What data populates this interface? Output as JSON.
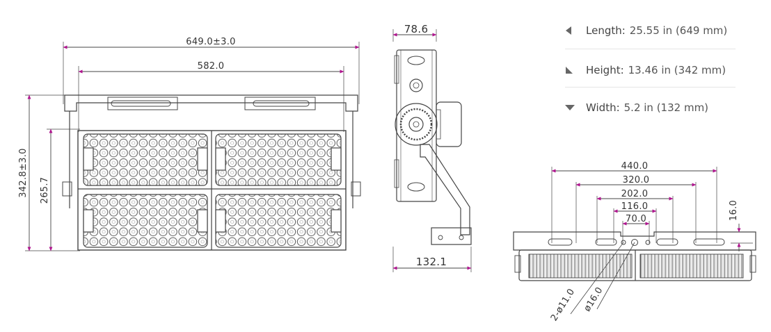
{
  "specs": [
    {
      "icon": "triangle-left-icon",
      "label": "Length:",
      "value": "25.55 in (649 mm)"
    },
    {
      "icon": "triangle-corner-icon",
      "label": "Height:",
      "value": "13.46 in (342 mm)"
    },
    {
      "icon": "triangle-down-icon",
      "label": "Width:",
      "value": "5.2 in (132 mm)"
    }
  ],
  "front_view": {
    "overall_width": "649.0±3.0",
    "inner_width": "582.0",
    "overall_height": "342.8±3.0",
    "inner_height": "265.7"
  },
  "side_view": {
    "top_width": "78.6",
    "bottom_width": "132.1"
  },
  "bottom_view": {
    "dim_a": "440.0",
    "dim_b": "320.0",
    "dim_c": "202.0",
    "dim_d": "116.0",
    "dim_e": "70.0",
    "depth": "16.0",
    "hole_a": "2-ø11.0",
    "hole_b": "ø16.0"
  },
  "colors": {
    "line": "#444444",
    "arrow": "#b0158f",
    "text": "#555555"
  }
}
